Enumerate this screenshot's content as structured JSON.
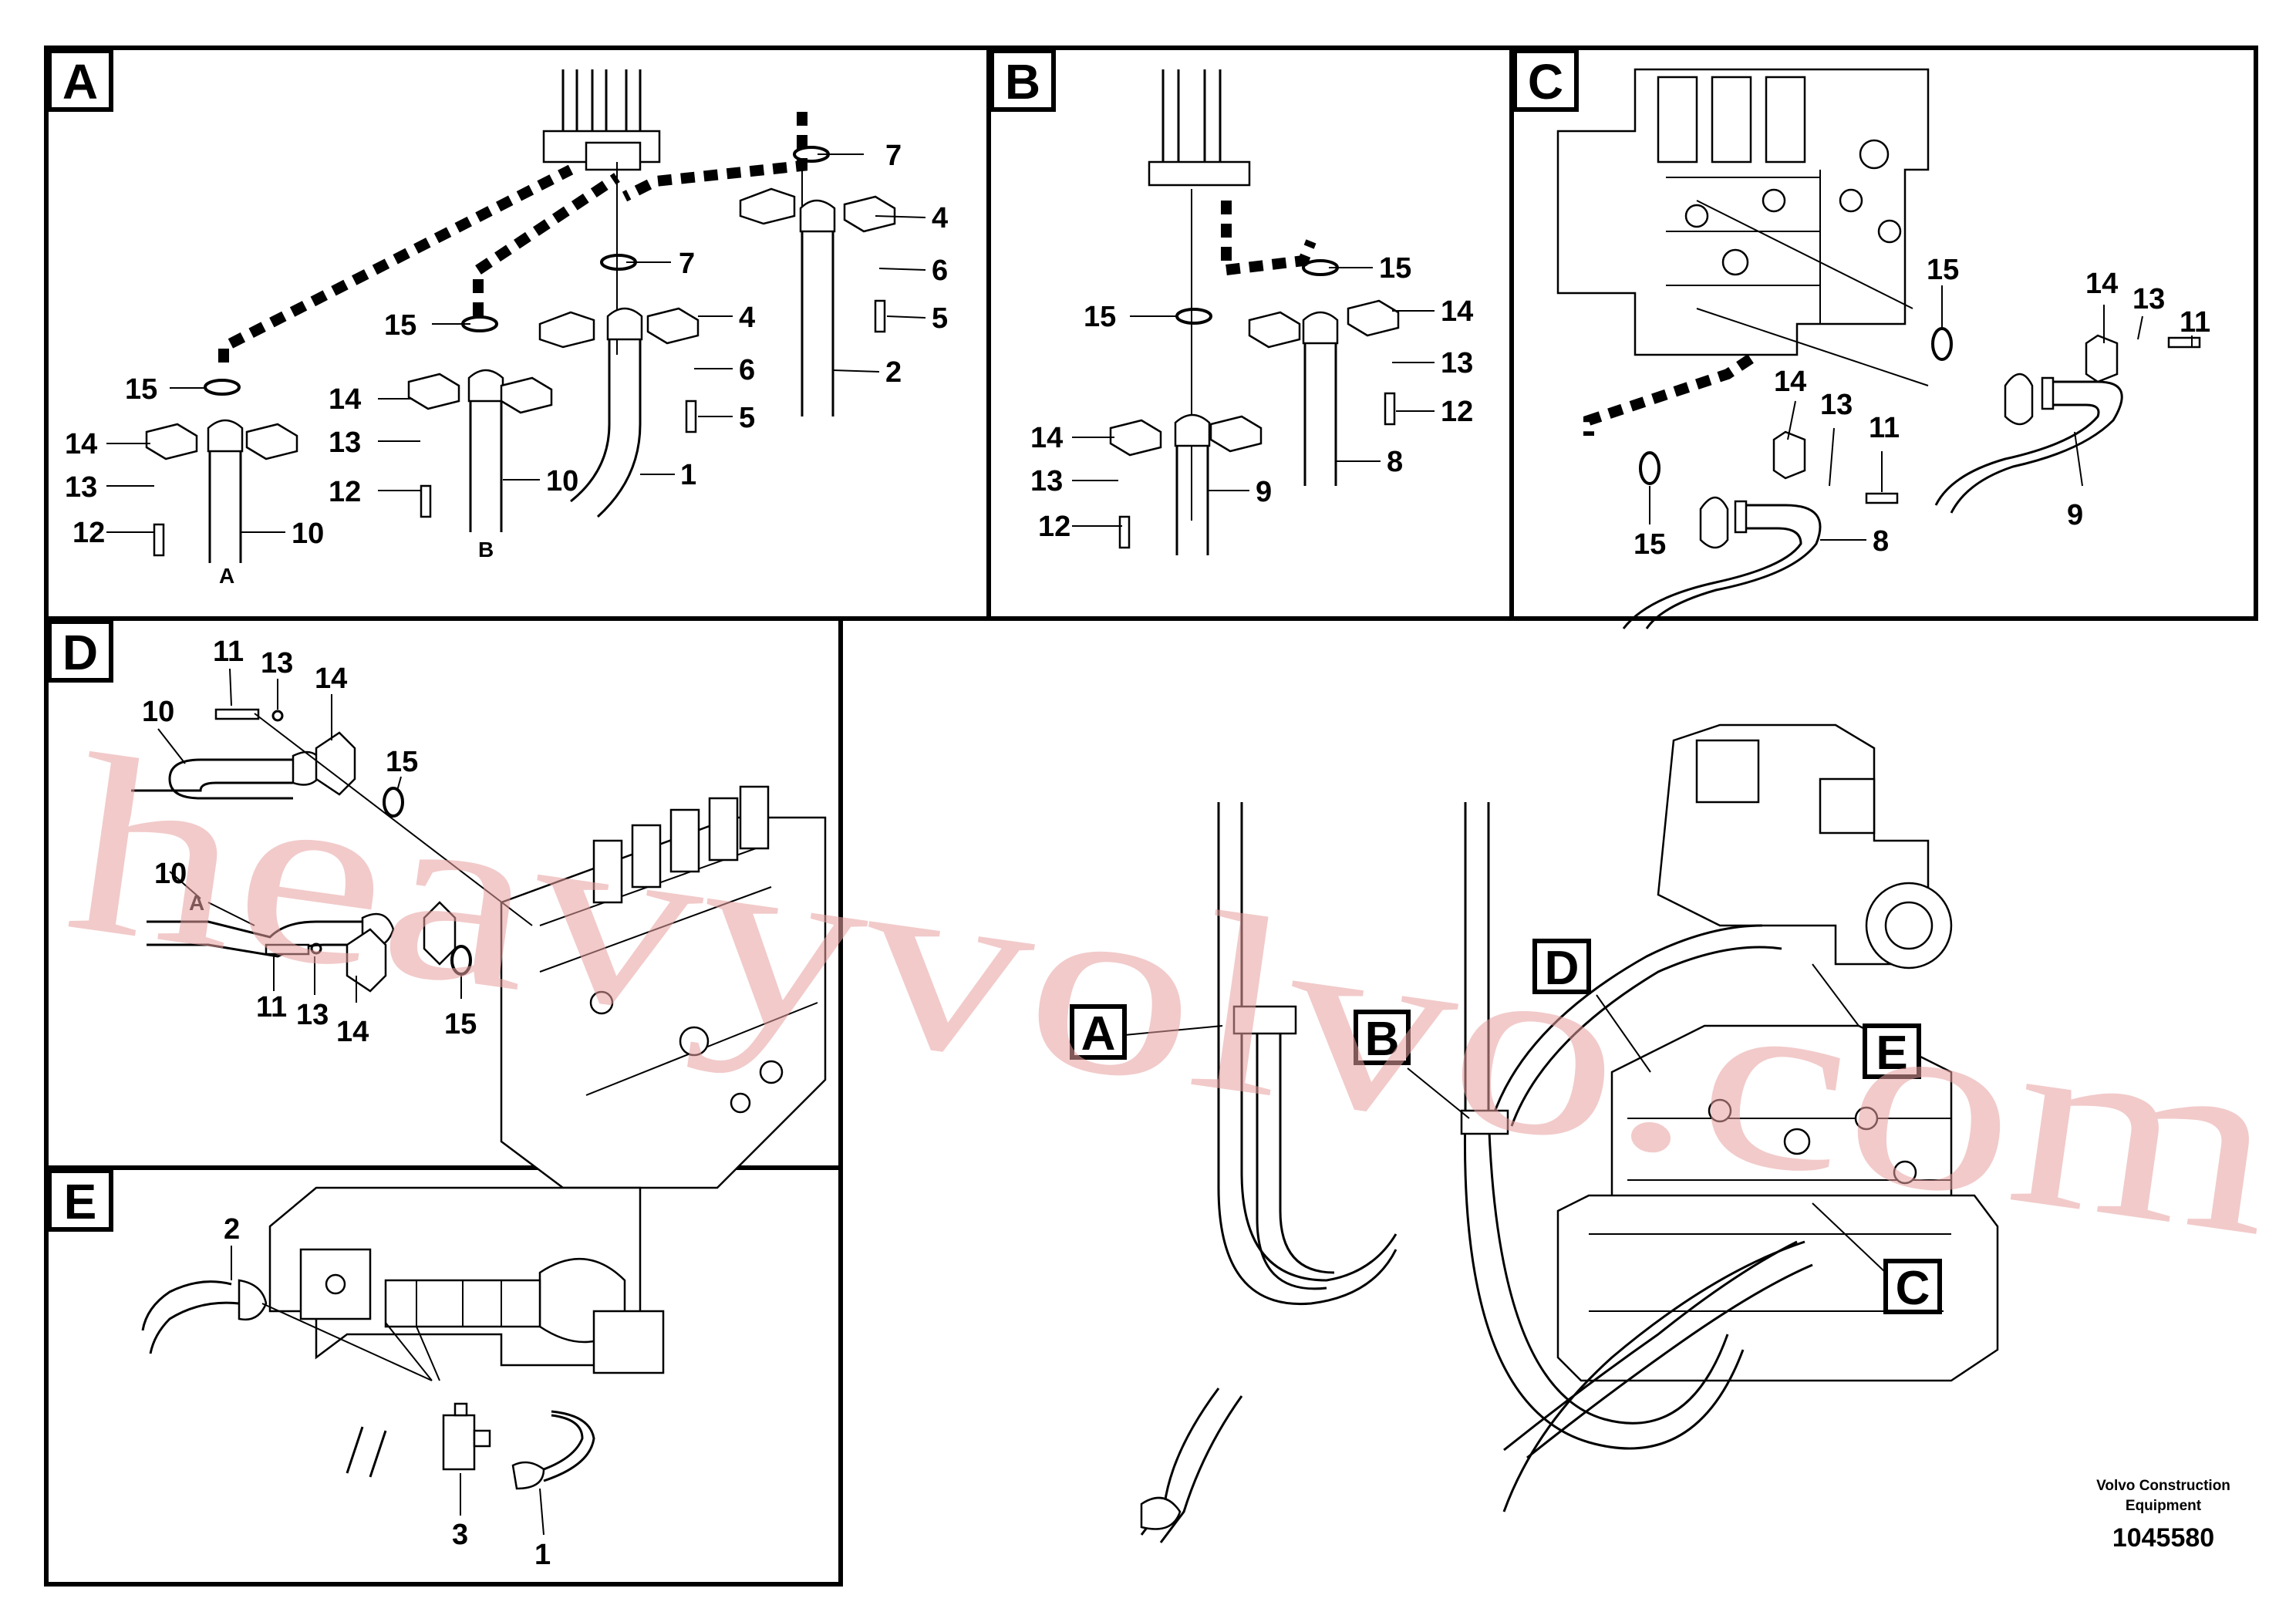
{
  "sections": {
    "A": {
      "title": "A"
    },
    "B": {
      "title": "B"
    },
    "C": {
      "title": "C"
    },
    "D": {
      "title": "D"
    },
    "E": {
      "title": "E"
    }
  },
  "part_numbers": {
    "n1": "1",
    "n2": "2",
    "n3": "3",
    "n4": "4",
    "n5": "5",
    "n6": "6",
    "n7": "7",
    "n8": "8",
    "n9": "9",
    "n10": "10",
    "n11": "11",
    "n12": "12",
    "n13": "13",
    "n14": "14",
    "n15": "15"
  },
  "port_labels": {
    "a": "A",
    "b": "B"
  },
  "overview_callouts": {
    "A": "A",
    "B": "B",
    "C": "C",
    "D": "D",
    "E": "E"
  },
  "watermark": "heavyvolvo.com",
  "footer": {
    "company_line1": "Volvo Construction",
    "company_line2": "Equipment",
    "document_number": "1045580"
  }
}
